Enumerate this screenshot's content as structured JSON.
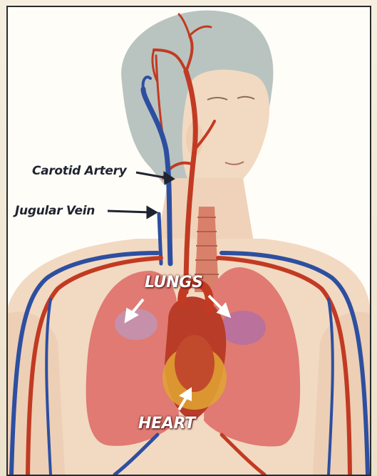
{
  "labels": {
    "carotid_artery": "Carotid Artery",
    "jugular_vein": "Jugular Vein",
    "lungs": "LUNGS",
    "heart": "HEART"
  },
  "colors": {
    "artery": "#c23a22",
    "vein": "#2d4fa0",
    "lung": "#e07a72",
    "heart": "#b83c28",
    "fat": "#e0a532",
    "skin": "#f2d9c2",
    "head": "#b9c4c0",
    "border": "#2b2b2b"
  }
}
